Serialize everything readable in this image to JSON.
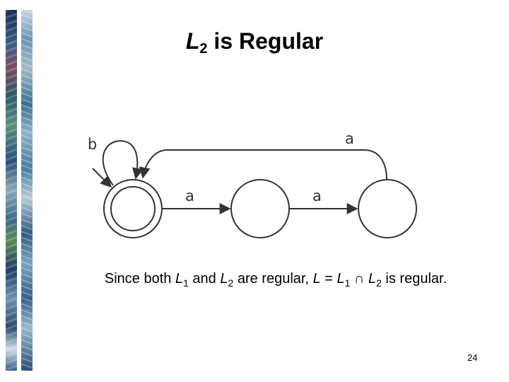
{
  "title": {
    "var": "L",
    "sub": "2",
    "rest": "is Regular"
  },
  "diagram": {
    "states": [
      "q0",
      "q1",
      "q2"
    ],
    "start_state": "q0",
    "accepting_states": [
      "q0"
    ],
    "transitions": [
      {
        "from": "q0",
        "to": "q0",
        "symbol": "b"
      },
      {
        "from": "q0",
        "to": "q1",
        "symbol": "a"
      },
      {
        "from": "q1",
        "to": "q2",
        "symbol": "a"
      },
      {
        "from": "q2",
        "to": "q0",
        "symbol": "a"
      }
    ]
  },
  "statement": {
    "p1": "Since both",
    "v1": "L",
    "s1": "1",
    "p2": "and",
    "v2": "L",
    "s2": "2",
    "p3": "are regular,",
    "v3": "L",
    "p4": "=",
    "v4": "L",
    "s4": "1",
    "op": "∩",
    "v5": "L",
    "s5": "2",
    "p5": "is regular."
  },
  "page_number": "24",
  "colors": {
    "stroke": "#333333",
    "text": "#000000"
  }
}
